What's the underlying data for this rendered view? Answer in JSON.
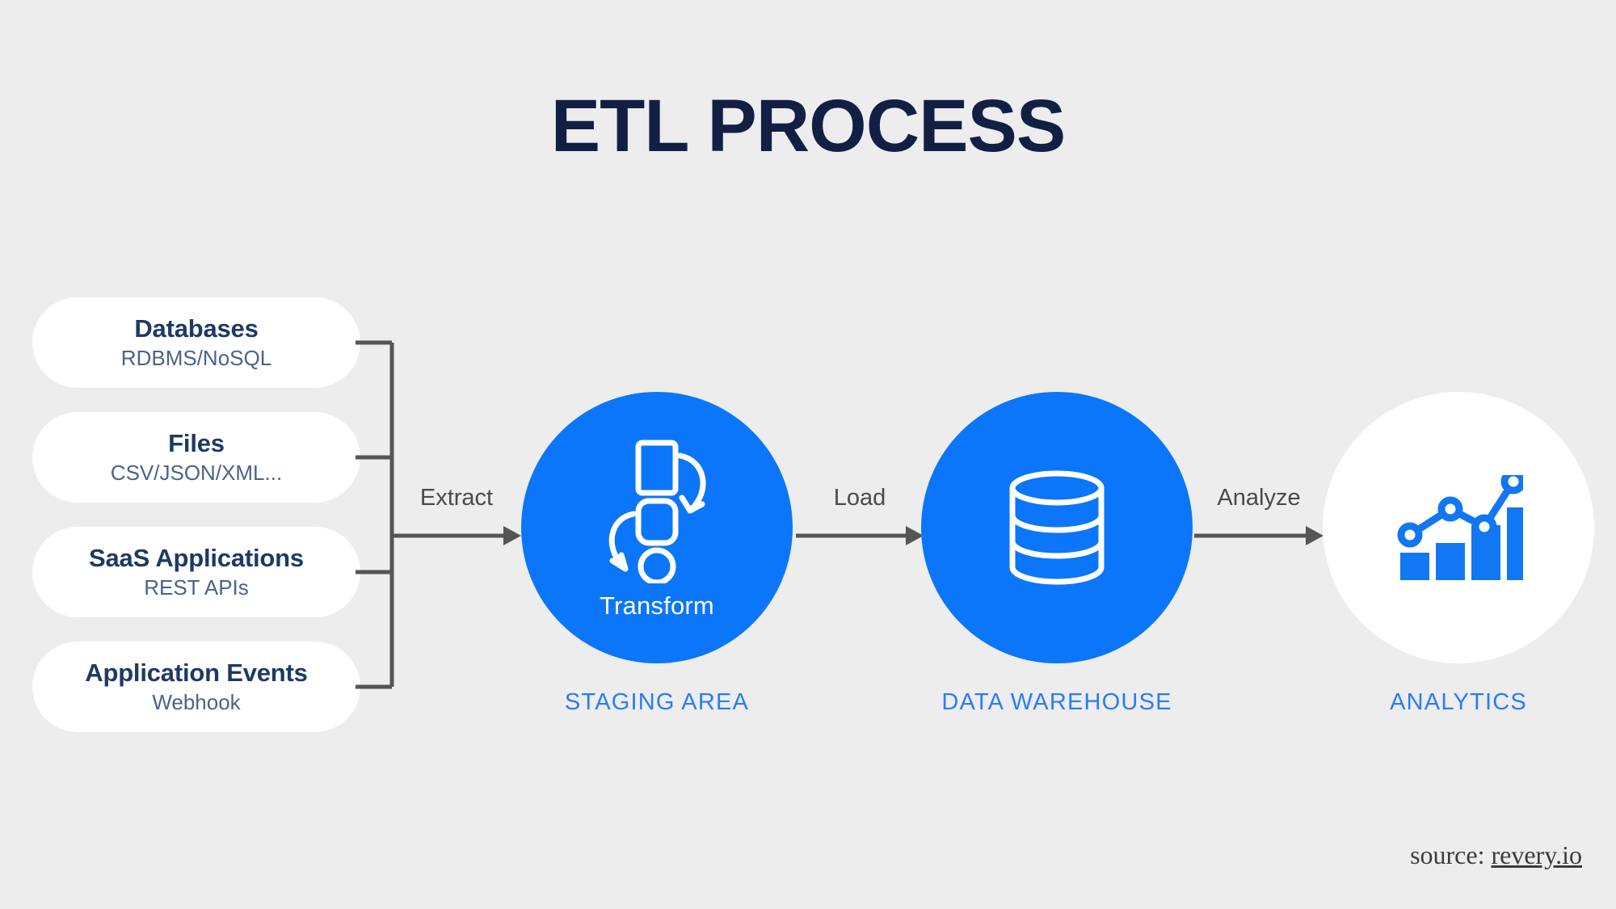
{
  "page": {
    "title": "ETL PROCESS",
    "background_color": "#ededed",
    "accent_blue": "#0b76fa",
    "caption_blue": "#2b7cf4",
    "title_navy": "#121f45",
    "card_title_navy": "#1d3a63",
    "card_sub_slate": "#4a6387",
    "connector_gray": "#555555",
    "arrow_label_gray": "#4a4a4a"
  },
  "sources": {
    "group_name": "data-sources",
    "items": [
      {
        "title": "Databases",
        "subtitle": "RDBMS/NoSQL"
      },
      {
        "title": "Files",
        "subtitle": "CSV/JSON/XML..."
      },
      {
        "title": "SaaS Applications",
        "subtitle": "REST APIs"
      },
      {
        "title": "Application Events",
        "subtitle": "Webhook"
      }
    ]
  },
  "arrows": [
    {
      "label": "Extract",
      "from": "data-sources",
      "to": "staging-area"
    },
    {
      "label": "Load",
      "from": "staging-area",
      "to": "data-warehouse"
    },
    {
      "label": "Analyze",
      "from": "data-warehouse",
      "to": "analytics"
    }
  ],
  "stages": [
    {
      "id": "staging-area",
      "caption": "STAGING AREA",
      "inner_label": "Transform",
      "icon": "transform-icon",
      "fill": "#0b76fa"
    },
    {
      "id": "data-warehouse",
      "caption": "DATA WAREHOUSE",
      "inner_label": "",
      "icon": "database-cylinder-icon",
      "fill": "#0b76fa"
    },
    {
      "id": "analytics",
      "caption": "ANALYTICS",
      "inner_label": "",
      "icon": "bar-line-chart-icon",
      "fill": "#ffffff"
    }
  ],
  "credit": {
    "prefix": "source: ",
    "link_text": "revery.io"
  }
}
